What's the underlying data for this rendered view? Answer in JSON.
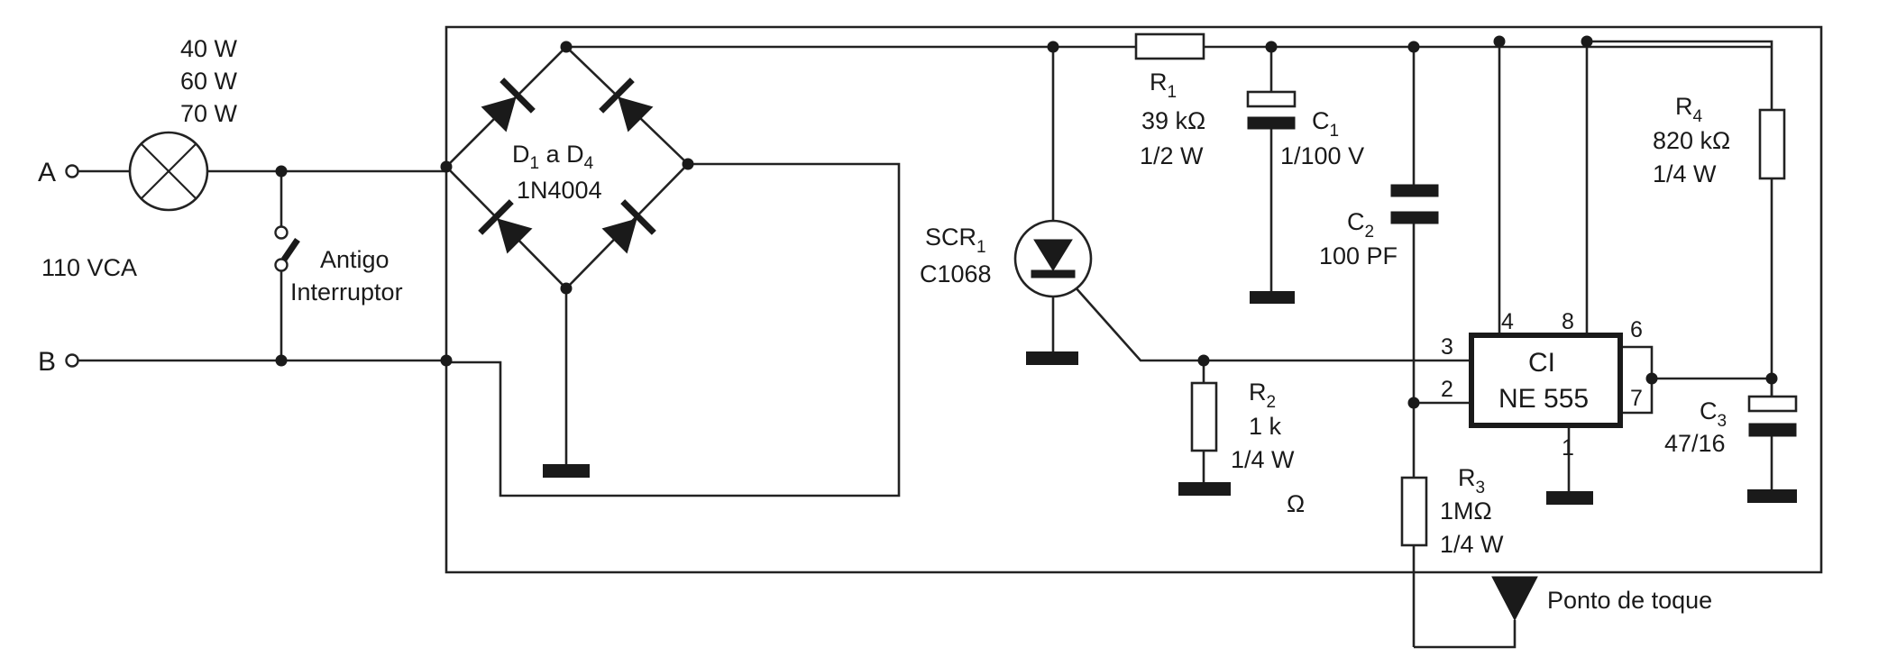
{
  "terminals": {
    "a": "A",
    "b": "B"
  },
  "supply": {
    "voltage": "110 VCA"
  },
  "lamp": {
    "watt_1": "40 W",
    "watt_2": "60 W",
    "watt_3": "70 W"
  },
  "switch": {
    "line_1": "Antigo",
    "line_2": "Interruptor"
  },
  "bridge": {
    "d_base": "D",
    "d_sub1": "1",
    "d_middle": " a D",
    "d_sub4": "4",
    "part": "1N4004"
  },
  "scr": {
    "name": "SCR",
    "sub": "1",
    "part": "C1068"
  },
  "r1": {
    "name": "R",
    "sub": "1",
    "value": "39 kΩ",
    "power": "1/2 W"
  },
  "c1": {
    "name": "C",
    "sub": "1",
    "value": "1/100 V"
  },
  "c2": {
    "name": "C",
    "sub": "2",
    "value": "100 PF"
  },
  "r4": {
    "name": "R",
    "sub": "4",
    "value": "820 kΩ",
    "power": "1/4 W"
  },
  "r2": {
    "name": "R",
    "sub": "2",
    "value": "1 k",
    "power": "1/4 W",
    "omega": "Ω"
  },
  "r3": {
    "name": "R",
    "sub": "3",
    "value": "1MΩ",
    "power": "1/4 W"
  },
  "ic": {
    "name": "CI",
    "part": "NE 555",
    "pins": {
      "p1": "1",
      "p2": "2",
      "p3": "3",
      "p4": "4",
      "p6": "6",
      "p7": "7",
      "p8": "8"
    }
  },
  "c3": {
    "name": "C",
    "sub": "3",
    "value": "47/16"
  },
  "touch": {
    "label": "Ponto de toque"
  },
  "colors": {
    "ink": "#1a1a1a",
    "paper": "#ffffff"
  }
}
